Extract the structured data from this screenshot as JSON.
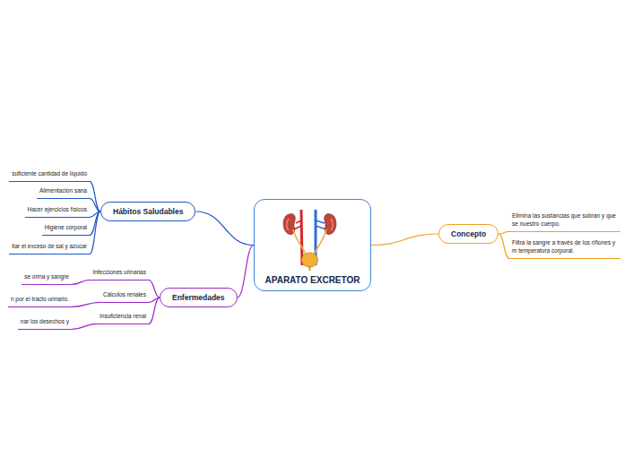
{
  "diagram": {
    "nodes": [
      {
        "text": [
          "APARATO EXCRETOR"
        ]
      },
      {
        "text": [
          "Concepto"
        ]
      },
      {
        "text": [
          "Elimina las sustancias que sobran y que se nuestro cuerpo."
        ]
      },
      {
        "text": [
          "Filtra la sangre a través de los riñones y m temperatura corporal."
        ]
      },
      {
        "text": [
          "Hábitos Saludables"
        ]
      },
      {
        "text": [
          "suficiente cantidad de líquido"
        ]
      },
      {
        "text": [
          "Alimentación sana"
        ]
      },
      {
        "text": [
          "Hacer ejercicios físicos"
        ]
      },
      {
        "text": [
          "Higiene corporal"
        ]
      },
      {
        "text": [
          "itar el exceso de sal y azúcar"
        ]
      },
      {
        "text": [
          "Enfermedades"
        ]
      },
      {
        "text": [
          "Infecciones urinarias"
        ]
      },
      {
        "text": [
          "se orina y sangre"
        ]
      },
      {
        "text": [
          "Cálculos renales"
        ]
      },
      {
        "text": [
          "n por el tracto urinario."
        ]
      },
      {
        "text": [
          "Insuficiencia renal"
        ]
      },
      {
        "text": [
          "nar los desechos y"
        ]
      }
    ],
    "edges": [
      {
        "from": 0,
        "to": 1,
        "arrow": "none"
      },
      {
        "from": 1,
        "to": 2,
        "arrow": "none"
      },
      {
        "from": 1,
        "to": 3,
        "arrow": "none"
      },
      {
        "from": 0,
        "to": 4,
        "arrow": "none"
      },
      {
        "from": 4,
        "to": 5,
        "arrow": "none"
      },
      {
        "from": 4,
        "to": 6,
        "arrow": "none"
      },
      {
        "from": 4,
        "to": 7,
        "arrow": "none"
      },
      {
        "from": 4,
        "to": 8,
        "arrow": "none"
      },
      {
        "from": 4,
        "to": 9,
        "arrow": "none"
      },
      {
        "from": 0,
        "to": 10,
        "arrow": "none"
      },
      {
        "from": 10,
        "to": 11,
        "arrow": "none"
      },
      {
        "from": 10,
        "to": 13,
        "arrow": "none"
      },
      {
        "from": 10,
        "to": 15,
        "arrow": "none"
      },
      {
        "from": 11,
        "to": 12,
        "arrow": "none"
      },
      {
        "from": 13,
        "to": 14,
        "arrow": "none"
      },
      {
        "from": 15,
        "to": 16,
        "arrow": "none"
      }
    ]
  }
}
